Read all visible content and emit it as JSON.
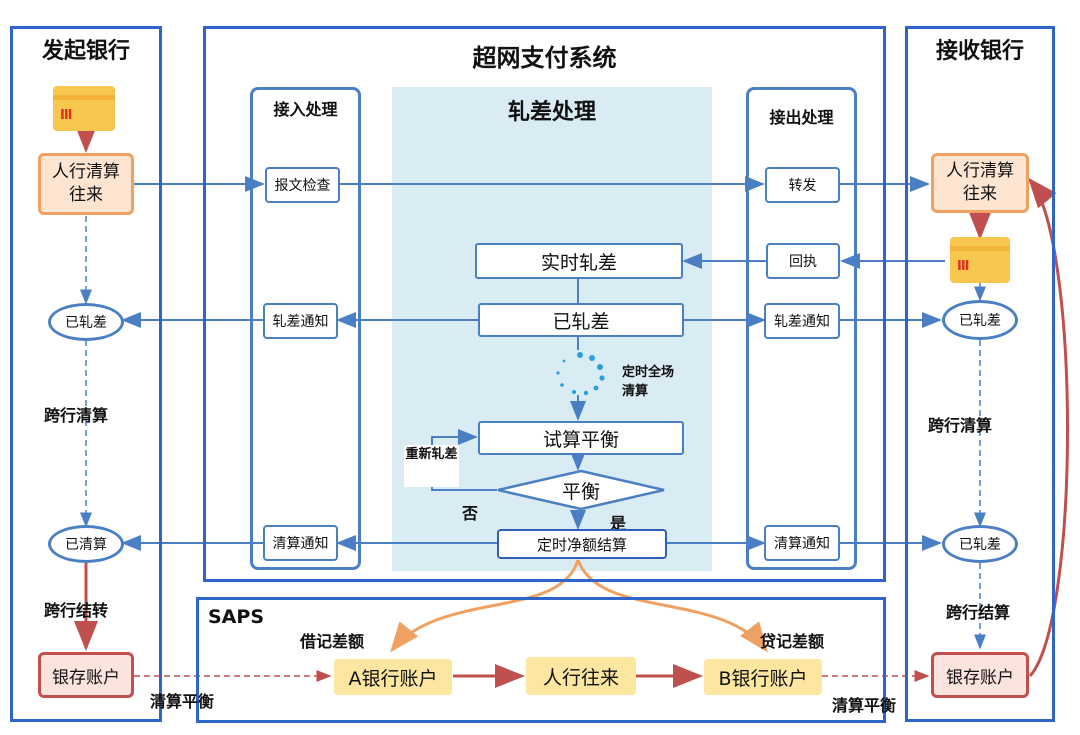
{
  "left_panel": {
    "title": "发起银行",
    "clearing": "人行清算往来",
    "netted": "已轧差",
    "interbank_clearing": "跨行清算",
    "cleared": "已清算",
    "interbank_transfer": "跨行结转",
    "account": "银存账户",
    "balance_label": "清算平衡"
  },
  "center": {
    "title": "超网支付系统",
    "inbound": {
      "title": "接入处理",
      "check": "报文检查",
      "net_notice": "轧差通知",
      "clear_notice": "清算通知"
    },
    "netting": {
      "title": "轧差处理",
      "realtime": "实时轧差",
      "netted": "已轧差",
      "timed_clearing": "定时全场清算",
      "trial": "试算平衡",
      "balance": "平衡",
      "renet": "重新轧差",
      "no": "否",
      "yes": "是",
      "settlement": "定时净额结算"
    },
    "outbound": {
      "title": "接出处理",
      "forward": "转发",
      "receipt": "回执",
      "net_notice": "轧差通知",
      "clear_notice": "清算通知"
    }
  },
  "saps": {
    "title": "SAPS",
    "debit": "借记差额",
    "credit": "贷记差额",
    "account_a": "A银行账户",
    "pboc": "人行往来",
    "account_b": "B银行账户"
  },
  "right_panel": {
    "title": "接收银行",
    "clearing": "人行清算往来",
    "netted": "已轧差",
    "interbank_clearing": "跨行清算",
    "netted2": "已轧差",
    "interbank_settlement": "跨行结算",
    "account": "银存账户",
    "balance_label": "清算平衡"
  },
  "colors": {
    "panel_border": "#2f64c8",
    "box_border": "#4a7fc4",
    "netting_bg": "#d9ecf3",
    "orange_fill": "#fde5d2",
    "orange_border": "#f0a060",
    "red_border": "#c0504d",
    "yellow": "#fde7a0",
    "card": "#f6c64e"
  },
  "icons": {
    "card": "bank-card-icon",
    "spinner": "loading-spinner-icon"
  }
}
